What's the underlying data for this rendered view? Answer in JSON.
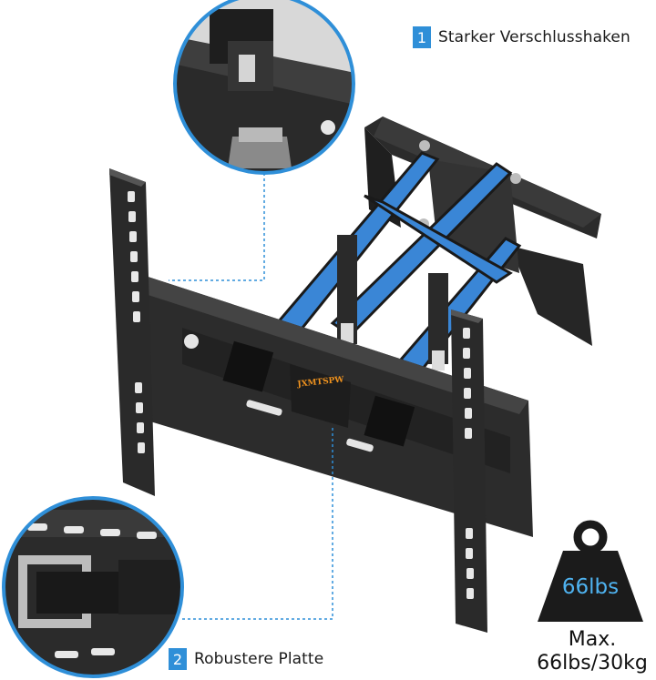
{
  "callouts": [
    {
      "number": "1",
      "text": "Starker Verschlusshaken"
    },
    {
      "number": "2",
      "text": "Robustere Platte"
    }
  ],
  "brand": "JXMTSPW",
  "weight_icon_label": "66lbs",
  "max_load": {
    "line1": "Max.",
    "line2": "66lbs/30kg"
  },
  "colors": {
    "accent_blue": "#2f8fd8",
    "arm_blue": "#3a86d6",
    "brand_orange": "#f0931f",
    "weight_black": "#1b1b1b"
  }
}
